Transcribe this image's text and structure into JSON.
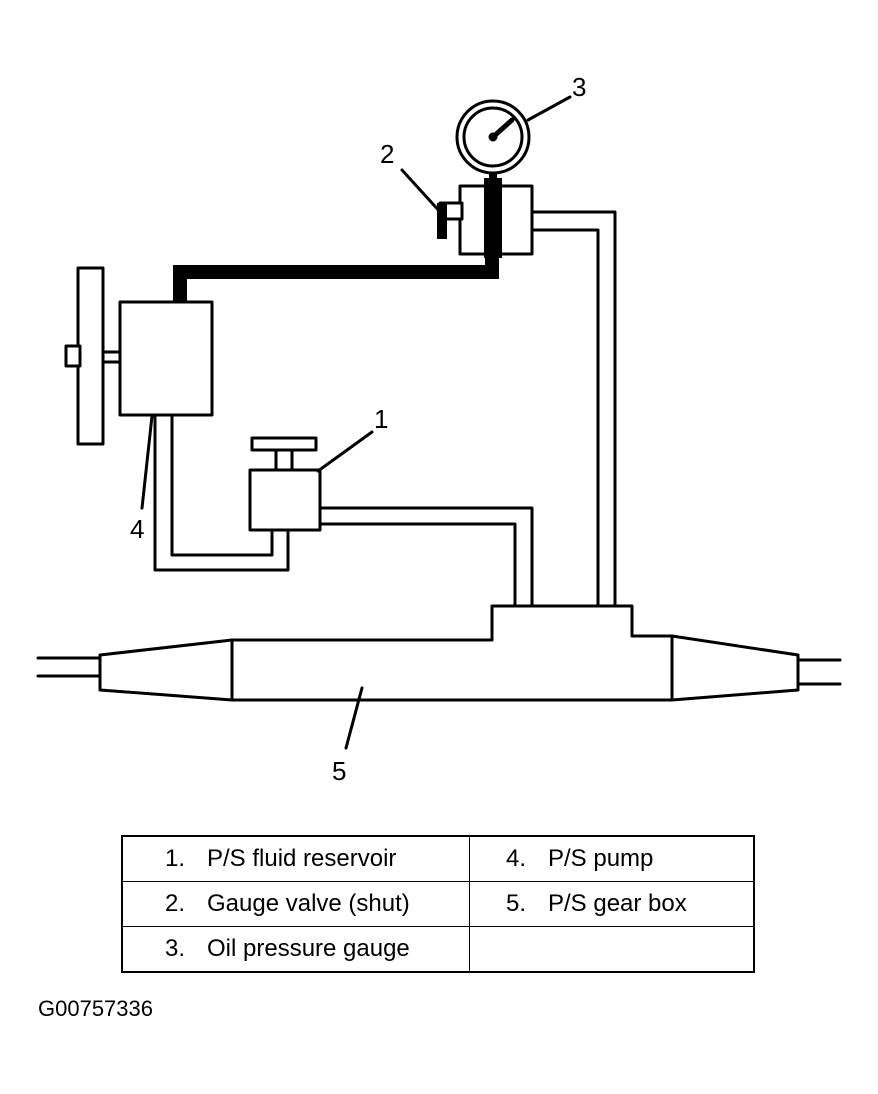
{
  "callouts": {
    "c1": "1",
    "c2": "2",
    "c3": "3",
    "c4": "4",
    "c5": "5"
  },
  "legend": [
    {
      "number": "1.",
      "label": "P/S fluid reservoir"
    },
    {
      "number": "2.",
      "label": "Gauge valve (shut)"
    },
    {
      "number": "3.",
      "label": "Oil pressure gauge"
    },
    {
      "number": "4.",
      "label": "P/S pump"
    },
    {
      "number": "5.",
      "label": "P/S gear box"
    }
  ],
  "figure_id": "G00757336"
}
